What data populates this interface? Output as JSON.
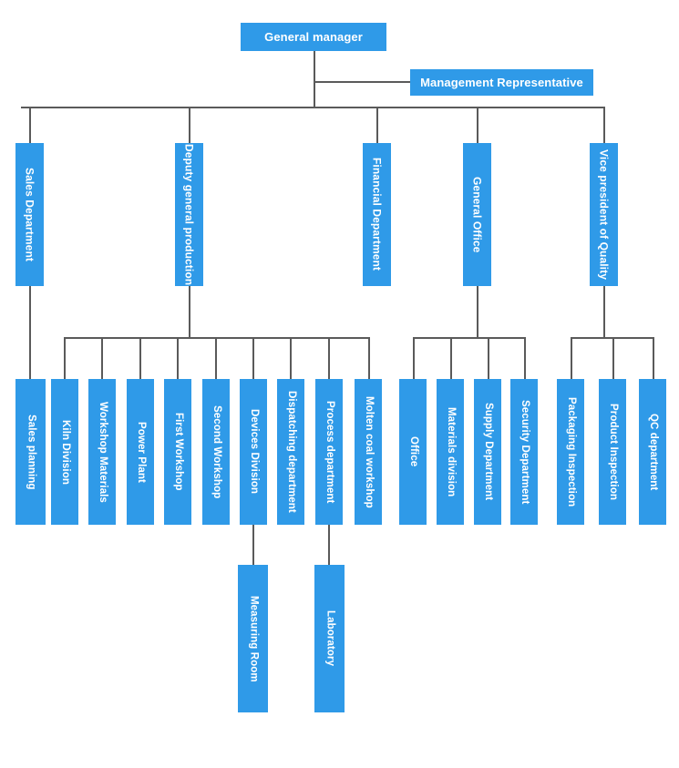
{
  "diagram": {
    "title": "Organizational Chart",
    "accent_color": "#2f9ae8",
    "line_color": "#5a5a5a",
    "background": "#ffffff",
    "text_color": "#ffffff"
  },
  "nodes": {
    "general_manager": "General manager",
    "management_representative": "Management Representative",
    "sales_department": "Sales Department",
    "deputy_general_production": "Deputy general production",
    "financial_department": "Financial Department",
    "general_office": "General Office",
    "vice_president_quality": "Vice president of Quality",
    "sales_planning": "Sales planning",
    "kiln_division": "Kiln Division",
    "workshop_materials": "Workshop Materials",
    "power_plant": "Power Plant",
    "first_workshop": "First Workshop",
    "second_workshop": "Second Workshop",
    "devices_division": "Devices Division",
    "dispatching_department": "Dispatching department",
    "process_department": "Process department",
    "molten_coal_workshop": "Molten coal workshop",
    "office": "Office",
    "materials_division": "Materials division",
    "supply_department": "Supply Department",
    "security_department": "Security Department",
    "packaging_inspection": "Packaging Inspection",
    "product_inspection": "Product Inspection",
    "qc_department": "QC department",
    "measuring_room": "Measuring Room",
    "laboratory": "Laboratory"
  }
}
